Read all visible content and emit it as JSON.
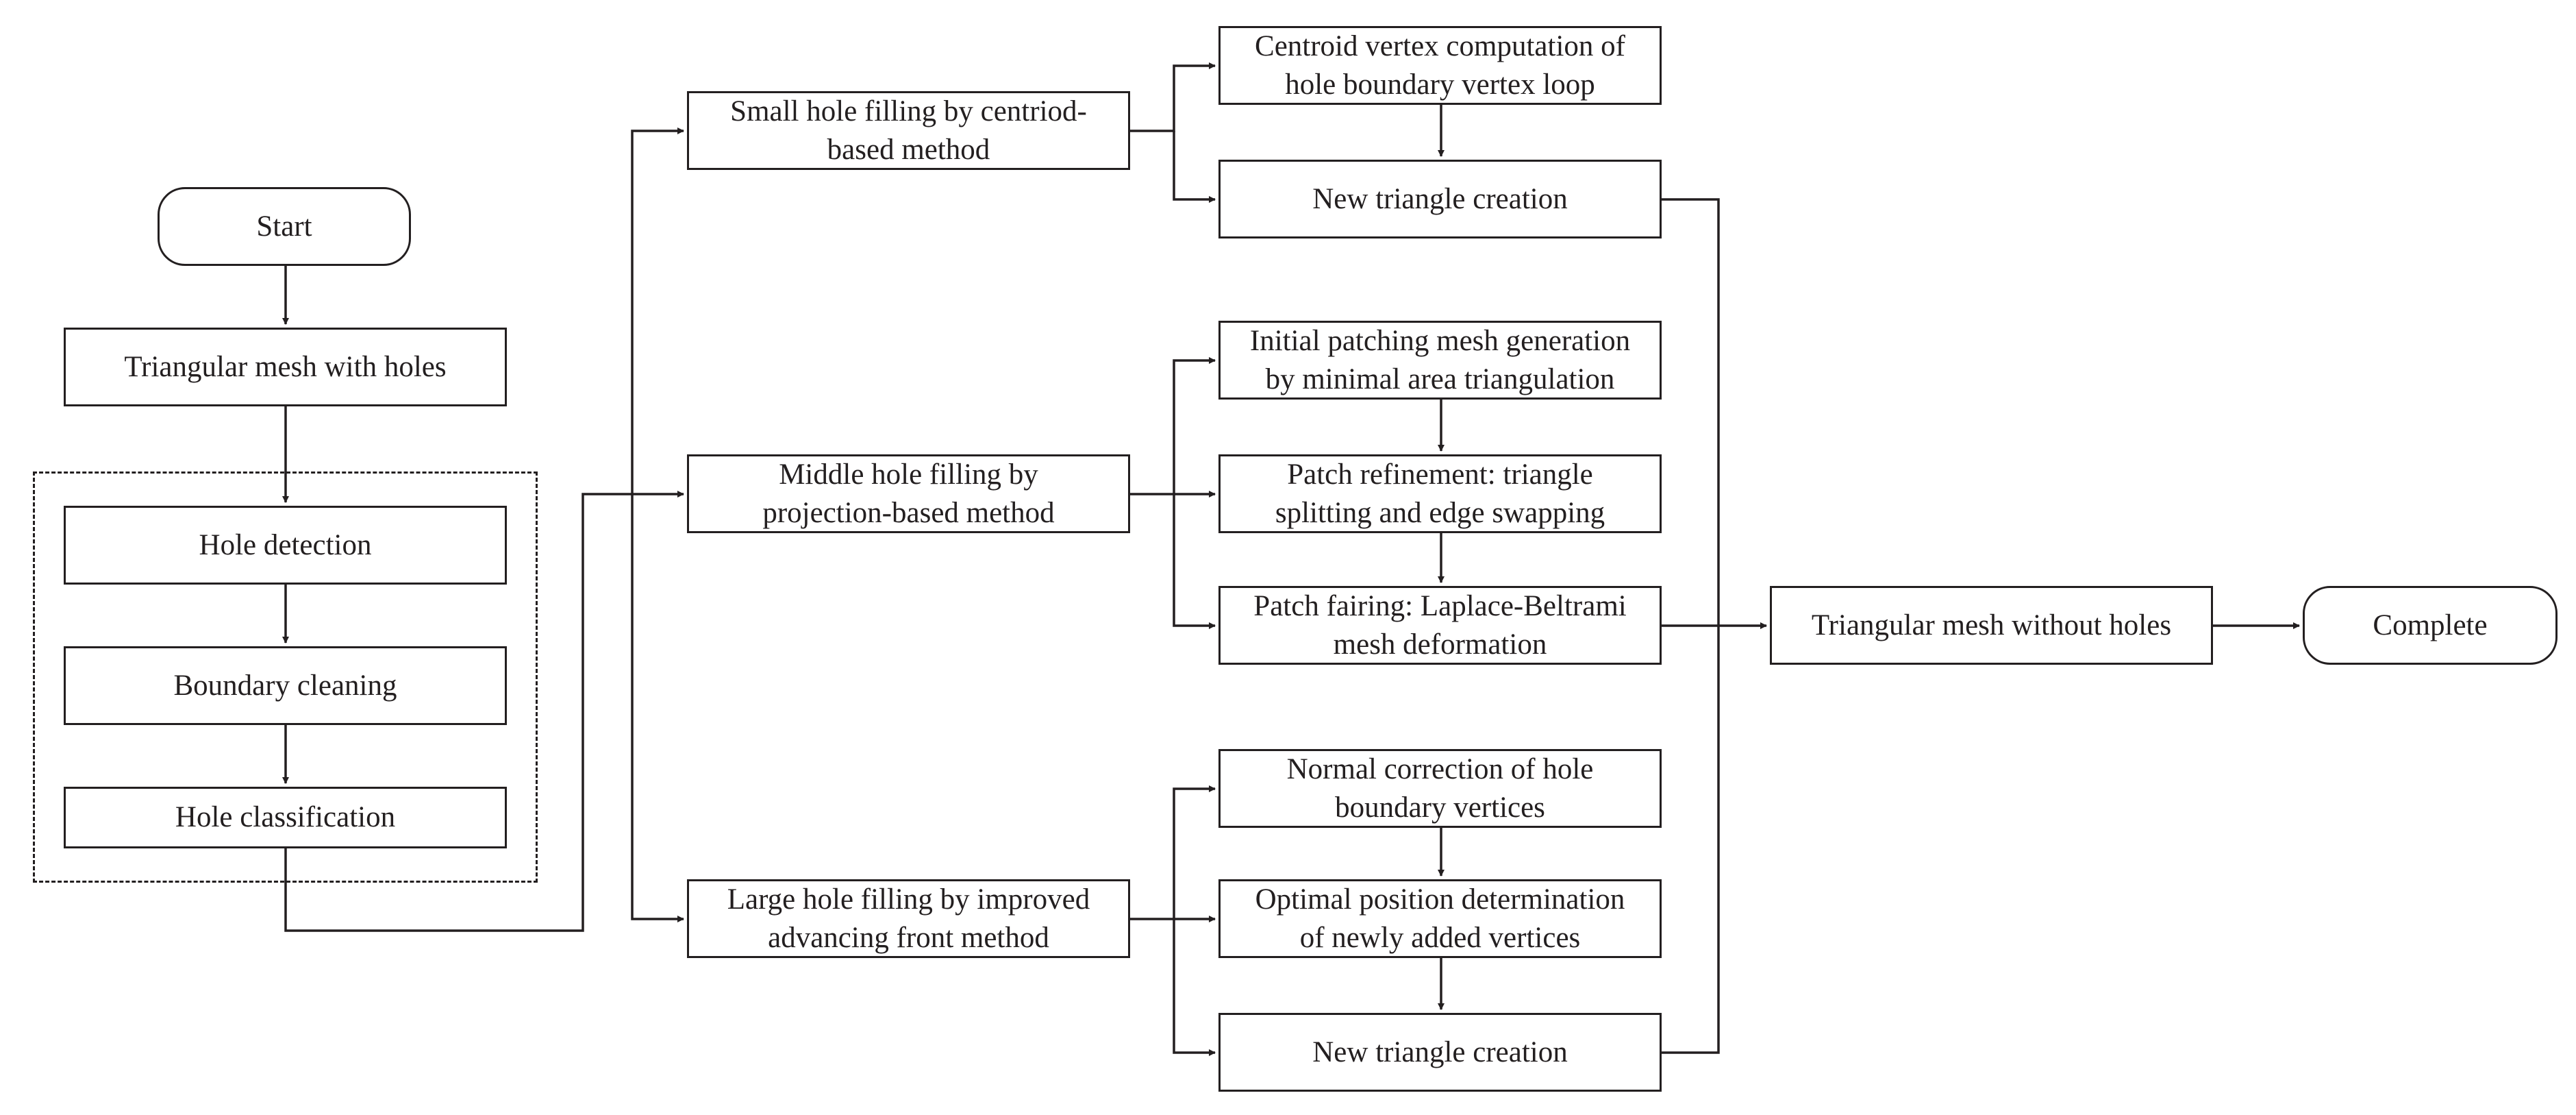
{
  "diagram": {
    "nodes": {
      "start": {
        "lines": [
          "Start"
        ]
      },
      "mesh_with_holes": {
        "lines": [
          "Triangular mesh with holes"
        ]
      },
      "hole_detection": {
        "lines": [
          "Hole detection"
        ]
      },
      "boundary_cleaning": {
        "lines": [
          "Boundary cleaning"
        ]
      },
      "hole_classification": {
        "lines": [
          "Hole classification"
        ]
      },
      "small_hole": {
        "lines": [
          "Small hole filling by centriod-",
          "based method"
        ]
      },
      "middle_hole": {
        "lines": [
          "Middle hole filling by",
          "projection-based method"
        ]
      },
      "large_hole": {
        "lines": [
          "Large hole filling by improved",
          "advancing front method"
        ]
      },
      "centroid_vertex": {
        "lines": [
          "Centroid vertex computation of",
          "hole boundary vertex loop"
        ]
      },
      "new_triangle_small": {
        "lines": [
          "New triangle creation"
        ]
      },
      "initial_patching": {
        "lines": [
          "Initial patching mesh generation",
          "by minimal area triangulation"
        ]
      },
      "patch_refinement": {
        "lines": [
          "Patch refinement: triangle",
          "splitting and edge swapping"
        ]
      },
      "patch_fairing": {
        "lines": [
          "Patch fairing: Laplace-Beltrami",
          "mesh deformation"
        ]
      },
      "normal_correction": {
        "lines": [
          "Normal correction of hole",
          "boundary vertices"
        ]
      },
      "optimal_position": {
        "lines": [
          "Optimal position determination",
          "of newly added vertices"
        ]
      },
      "new_triangle_large": {
        "lines": [
          "New triangle creation"
        ]
      },
      "mesh_without_holes": {
        "lines": [
          "Triangular mesh without holes"
        ]
      },
      "complete": {
        "lines": [
          "Complete"
        ]
      }
    },
    "edges": [
      {
        "from": "start",
        "to": "mesh_with_holes"
      },
      {
        "from": "mesh_with_holes",
        "to": "hole_detection"
      },
      {
        "from": "hole_detection",
        "to": "boundary_cleaning"
      },
      {
        "from": "boundary_cleaning",
        "to": "hole_classification"
      },
      {
        "from": "hole_classification",
        "to": "small_hole"
      },
      {
        "from": "hole_classification",
        "to": "middle_hole"
      },
      {
        "from": "hole_classification",
        "to": "large_hole"
      },
      {
        "from": "small_hole",
        "to": "centroid_vertex"
      },
      {
        "from": "small_hole",
        "to": "new_triangle_small"
      },
      {
        "from": "centroid_vertex",
        "to": "new_triangle_small"
      },
      {
        "from": "middle_hole",
        "to": "initial_patching"
      },
      {
        "from": "middle_hole",
        "to": "patch_refinement"
      },
      {
        "from": "middle_hole",
        "to": "patch_fairing"
      },
      {
        "from": "initial_patching",
        "to": "patch_refinement"
      },
      {
        "from": "patch_refinement",
        "to": "patch_fairing"
      },
      {
        "from": "large_hole",
        "to": "normal_correction"
      },
      {
        "from": "large_hole",
        "to": "optimal_position"
      },
      {
        "from": "large_hole",
        "to": "new_triangle_large"
      },
      {
        "from": "normal_correction",
        "to": "optimal_position"
      },
      {
        "from": "optimal_position",
        "to": "new_triangle_large"
      },
      {
        "from": "new_triangle_small",
        "to": "mesh_without_holes"
      },
      {
        "from": "patch_fairing",
        "to": "mesh_without_holes"
      },
      {
        "from": "new_triangle_large",
        "to": "mesh_without_holes"
      },
      {
        "from": "mesh_without_holes",
        "to": "complete"
      }
    ],
    "colors": {
      "stroke": "#231f20",
      "background": "#ffffff"
    }
  }
}
